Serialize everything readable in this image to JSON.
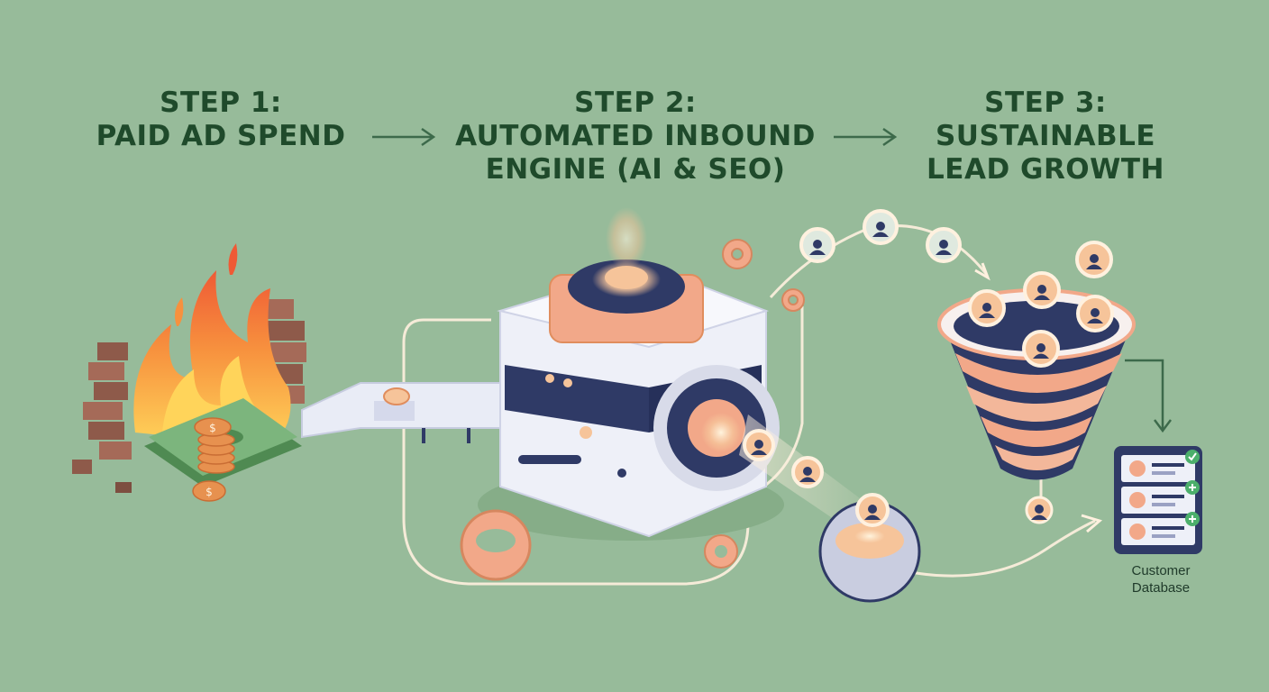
{
  "steps": [
    {
      "line1": "STEP 1:",
      "line2": "PAID AD SPEND",
      "line3": ""
    },
    {
      "line1": "STEP 2:",
      "line2": "AUTOMATED INBOUND",
      "line3": "ENGINE (AI & SEO)"
    },
    {
      "line1": "STEP 3:",
      "line2": "SUSTAINABLE",
      "line3": "LEAD GROWTH"
    }
  ],
  "database": {
    "line1": "Customer",
    "line2": "Database"
  },
  "colors": {
    "background": "#97bb9a",
    "title_text": "#1f4a2b",
    "fire": "#f0683a",
    "money": "#6aa36c",
    "machine_body": "#eef0f8",
    "machine_dark": "#2f3a66",
    "glow": "#f6c49a",
    "funnel": "#f3b79a",
    "check_green": "#4caf6b"
  },
  "icons": [
    "arrow-right-icon",
    "fire-icon",
    "money-icon",
    "gear-icon",
    "person-icon",
    "funnel-icon",
    "database-icon",
    "check-icon",
    "plus-icon"
  ]
}
